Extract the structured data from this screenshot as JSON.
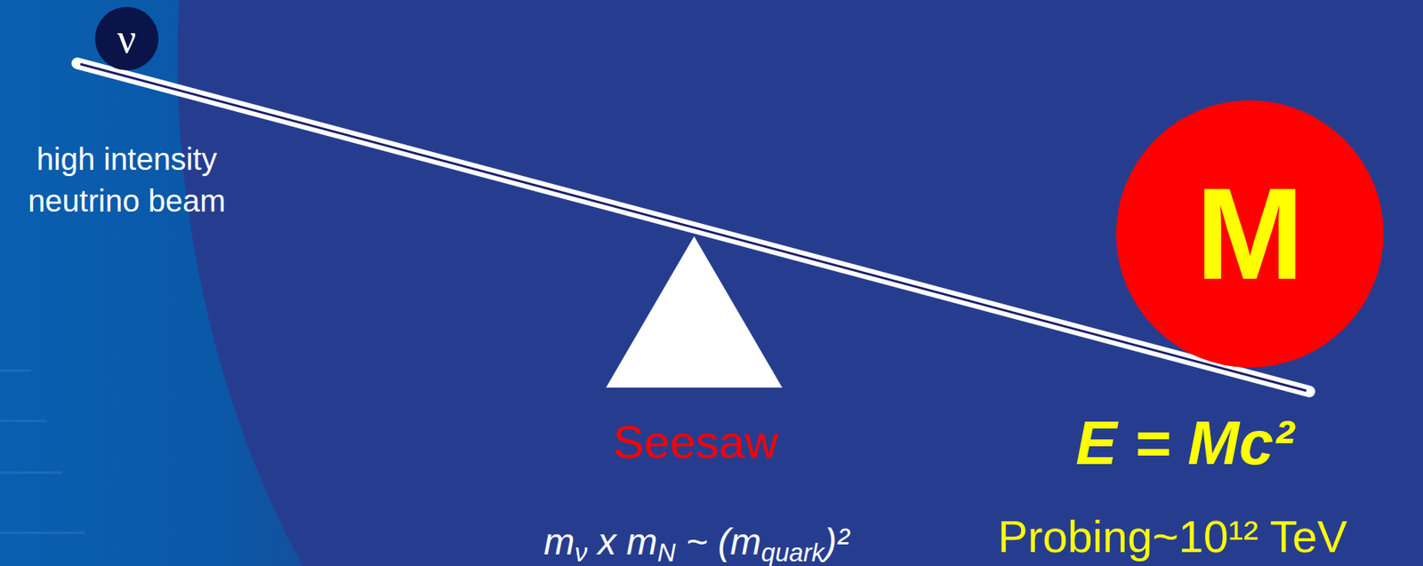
{
  "diagram": {
    "nodes": [
      {
        "text": [
          "ν"
        ]
      },
      {
        "text": [
          "M"
        ]
      }
    ],
    "labels": [
      "high intensity neutrino beam",
      "Seesaw",
      "mν x mN ~ (mquark)²",
      "E = Mc²",
      "Probing~10¹² TeV"
    ]
  }
}
